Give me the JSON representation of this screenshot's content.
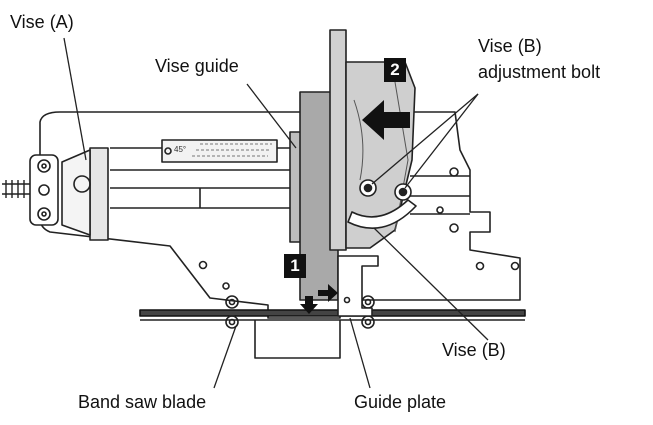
{
  "labels": {
    "vise_a": "Vise (A)",
    "vise_guide": "Vise guide",
    "vise_b_bolt_line1": "Vise (B)",
    "vise_b_bolt_line2": "adjustment bolt",
    "vise_b": "Vise (B)",
    "band_saw_blade": "Band saw blade",
    "guide_plate": "Guide plate"
  },
  "steps": {
    "one": "1",
    "two": "2"
  },
  "scale_mark": "45°",
  "colors": {
    "line": "#222222",
    "fill_gray": "#a9a9a9",
    "fill_light": "#cfcfcf",
    "background": "#ffffff"
  }
}
